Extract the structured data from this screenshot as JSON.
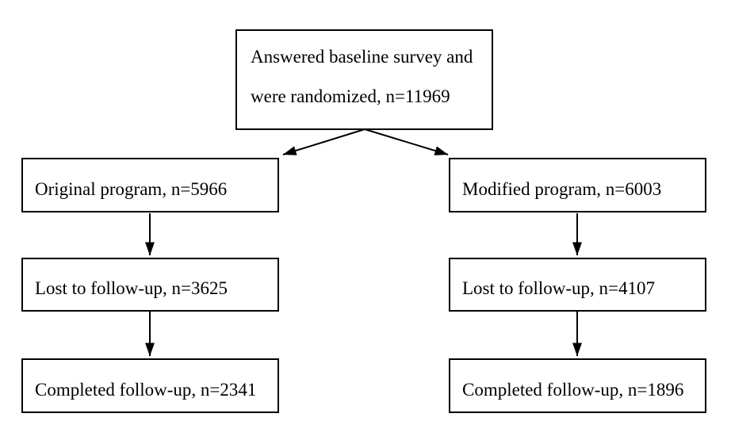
{
  "flowchart": {
    "colors": {
      "border": "#000000",
      "background": "#ffffff",
      "text": "#000000",
      "arrow": "#000000"
    },
    "top_box": {
      "line1": "Answered baseline survey and",
      "line2": "were randomized, n=11969",
      "n": 11969
    },
    "left_branch": {
      "boxes": [
        {
          "label": "Original program, n=5966",
          "n": 5966
        },
        {
          "label": "Lost to follow-up, n=3625",
          "n": 3625
        },
        {
          "label": "Completed follow-up, n=2341",
          "n": 2341
        }
      ]
    },
    "right_branch": {
      "boxes": [
        {
          "label": "Modified program, n=6003",
          "n": 6003
        },
        {
          "label": "Lost to follow-up, n=4107",
          "n": 4107
        },
        {
          "label": "Completed follow-up, n=1896",
          "n": 1896
        }
      ]
    }
  }
}
